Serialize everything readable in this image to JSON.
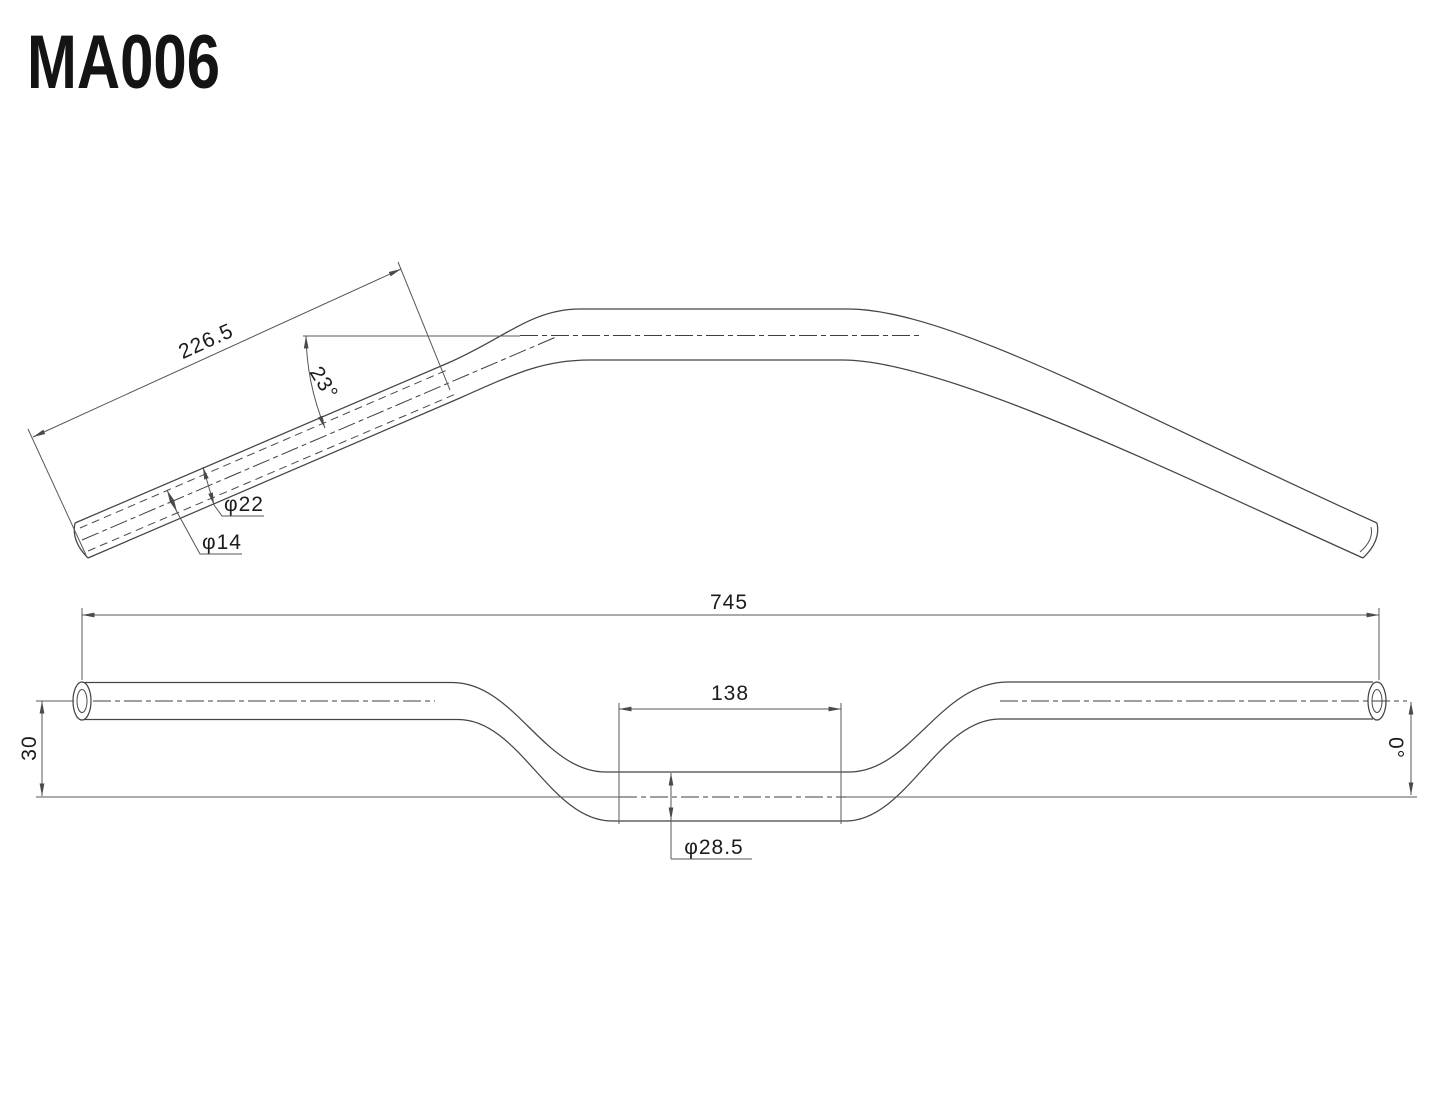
{
  "title": "MA006",
  "drawing": {
    "side_view": {
      "grip_length": "226.5",
      "bend_angle": "23°",
      "grip_outer_diameter": "φ22",
      "grip_inner_diameter": "φ14"
    },
    "front_view": {
      "overall_width": "745",
      "clamp_section_width": "138",
      "drop": "30",
      "end_rise_angle": "0°",
      "clamp_diameter": "φ28.5"
    }
  },
  "colors": {
    "background": "#ffffff",
    "line": "#454545",
    "dimension": "#555555",
    "text": "#1b1b1b"
  }
}
